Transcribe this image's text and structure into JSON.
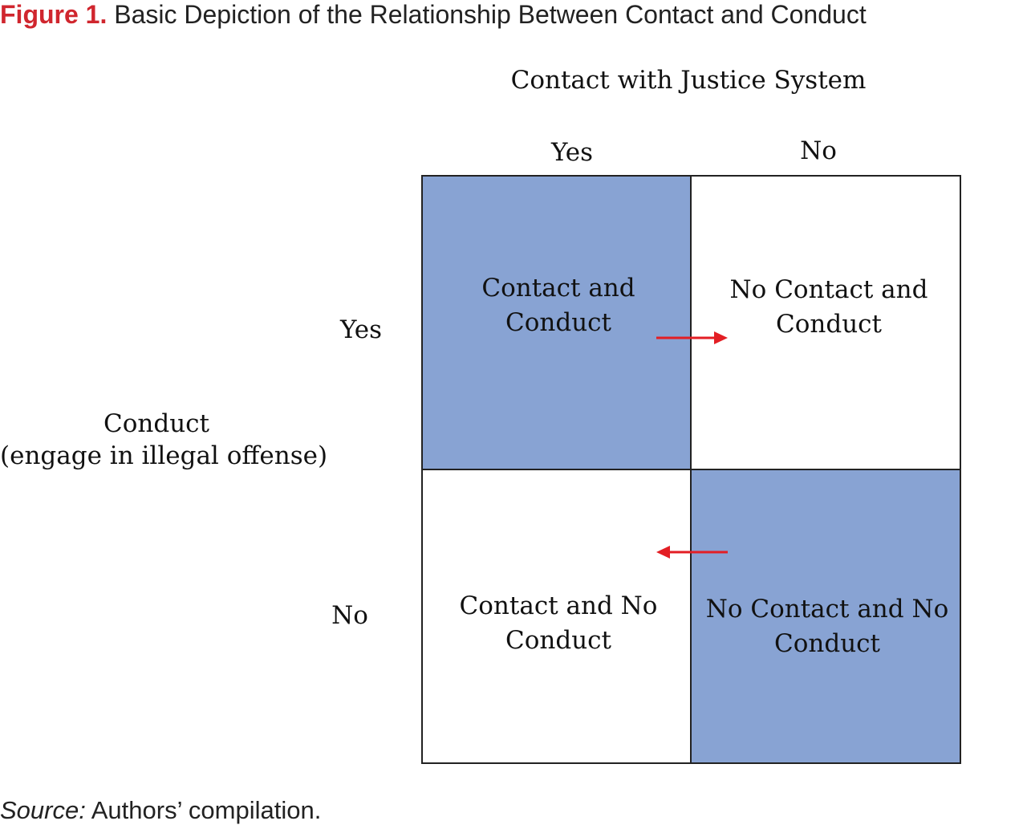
{
  "caption": {
    "label": "Figure 1.",
    "text": "Basic Depiction of the Relationship Between Contact and Conduct"
  },
  "columns": {
    "title": "Contact with Justice System",
    "yes": "Yes",
    "no": "No"
  },
  "rows": {
    "title_line1": "Conduct",
    "title_line2": "(engage in illegal offense)",
    "yes": "Yes",
    "no": "No"
  },
  "cells": {
    "yes_yes": "Contact and\nConduct",
    "no_yes": "No Contact and\nConduct",
    "yes_no": "Contact and No\nConduct",
    "no_no": "No Contact and No\nConduct"
  },
  "colors": {
    "shade": "#88a3d3",
    "arrow": "#e31e24",
    "caption_label": "#d0262e"
  },
  "arrows": [
    {
      "from": "Contact and Conduct",
      "to": "No Contact and Conduct"
    },
    {
      "from": "No Contact and No Conduct",
      "to": "Contact and No Conduct"
    }
  ],
  "source": {
    "label": "Source:",
    "text": "Authors’ compilation."
  }
}
